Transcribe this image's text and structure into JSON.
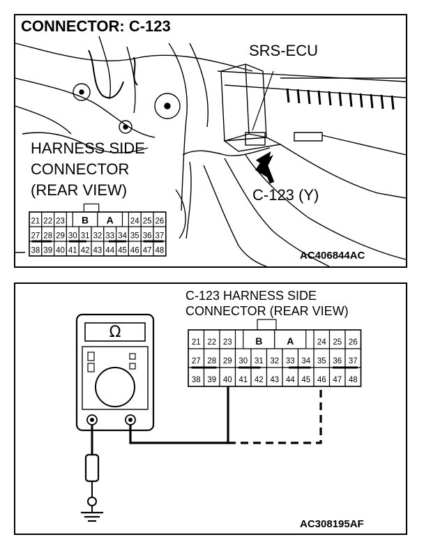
{
  "top_panel": {
    "title": "CONNECTOR: C-123",
    "ecu_label": "SRS-ECU",
    "harness_label_lines": [
      "HARNESS SIDE",
      "CONNECTOR",
      "(REAR VIEW)"
    ],
    "connector_callout": "C-123 (Y)",
    "code": "AC406844AC"
  },
  "bottom_panel": {
    "harness_label_lines": [
      "C-123 HARNESS SIDE",
      "CONNECTOR (REAR VIEW)"
    ],
    "meter_symbol": "Ω",
    "code": "AC308195AF"
  },
  "connector": {
    "row1": [
      "21",
      "22",
      "23",
      "B",
      "A",
      "24",
      "25",
      "26"
    ],
    "row2": [
      "27",
      "28",
      "29",
      "30",
      "31",
      "32",
      "33",
      "34",
      "35",
      "36",
      "37"
    ],
    "row3": [
      "38",
      "39",
      "40",
      "41",
      "42",
      "43",
      "44",
      "45",
      "46",
      "47",
      "48"
    ]
  }
}
